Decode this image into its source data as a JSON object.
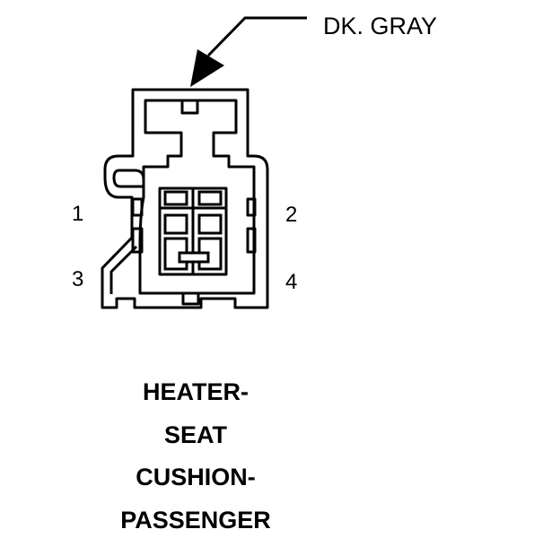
{
  "connector": {
    "wire_color_label": "DK. GRAY",
    "pins": [
      {
        "number": "1"
      },
      {
        "number": "2"
      },
      {
        "number": "3"
      },
      {
        "number": "4"
      }
    ],
    "title_lines": [
      "HEATER-",
      "SEAT",
      "CUSHION-",
      "PASSENGER"
    ]
  }
}
